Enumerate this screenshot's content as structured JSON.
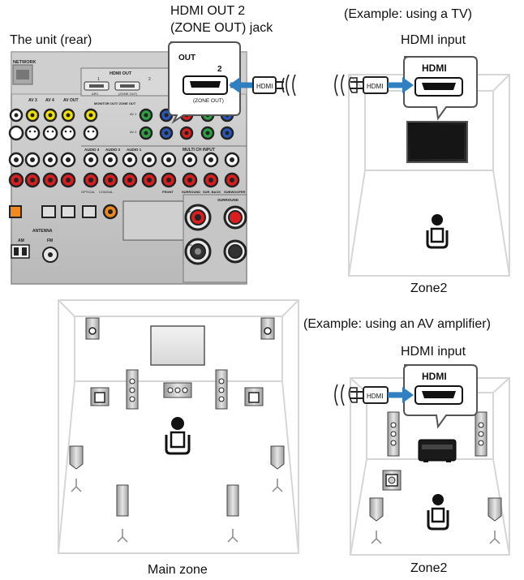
{
  "labels": {
    "jack_line1": "HDMI OUT 2",
    "jack_line2": "(ZONE OUT) jack",
    "unit_rear": "The unit (rear)",
    "example_tv": "(Example: using a TV)",
    "hdmi_input_tv": "HDMI input",
    "zone2_top": "Zone2",
    "example_amp": "(Example: using an AV amplifier)",
    "hdmi_input_amp": "HDMI input",
    "main_zone": "Main zone",
    "zone2_bottom": "Zone2"
  },
  "callouts": {
    "out_label": "OUT",
    "out_number": "2",
    "zone_out": "(ZONE OUT)",
    "hdmi_tv": "HDMI",
    "hdmi_amp": "HDMI"
  },
  "cable": {
    "plug_label": "HDMI"
  },
  "panel_text": {
    "network": "NETWORK",
    "hdmi_out": "HDMI OUT",
    "arc": "ARC",
    "zone_out_small": "(ZONE OUT)",
    "av3": "AV 3",
    "av4": "AV 4",
    "av_out": "AV OUT",
    "monitor_out": "MONITOR OUT/ ZONE OUT",
    "av1": "AV 1",
    "av2": "AV 2",
    "audio3": "AUDIO 3",
    "audio2": "AUDIO 2",
    "audio1": "AUDIO 1",
    "multi_ch_input": "MULTI CH INPUT",
    "front": "FRONT",
    "surround": "SURROUND",
    "sur_back": "SUR. BACK",
    "subwoofer": "SUBWOOFER",
    "optical": "OPTICAL",
    "coaxial": "COAXIAL",
    "surround_big": "SURROUND",
    "antenna": "ANTENNA",
    "am": "AM",
    "fm": "FM",
    "out_1": "1",
    "out_2": "2"
  },
  "colors": {
    "arrow_blue": "#2f7fc1",
    "panel_gray": "#bfbfbf",
    "room_line": "#d6d6d6",
    "jack_yellow": "#f2e200",
    "jack_red": "#d81e1e",
    "jack_green": "#2ea043",
    "jack_blue": "#2b57b8",
    "jack_orange": "#f08a1c"
  }
}
